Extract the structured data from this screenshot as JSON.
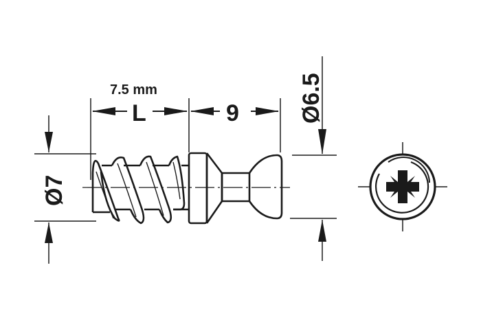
{
  "drawing": {
    "title": "Screw-in dowel technical drawing",
    "stroke_color": "#1a1a1a",
    "background": "#ffffff",
    "labels": {
      "length_value": "7.5 mm",
      "length_symbol": "L",
      "head_length": "9",
      "thread_diameter": "Ø7",
      "head_diameter": "Ø6.5"
    },
    "views": [
      "side-view",
      "end-view-pozidriv"
    ]
  }
}
